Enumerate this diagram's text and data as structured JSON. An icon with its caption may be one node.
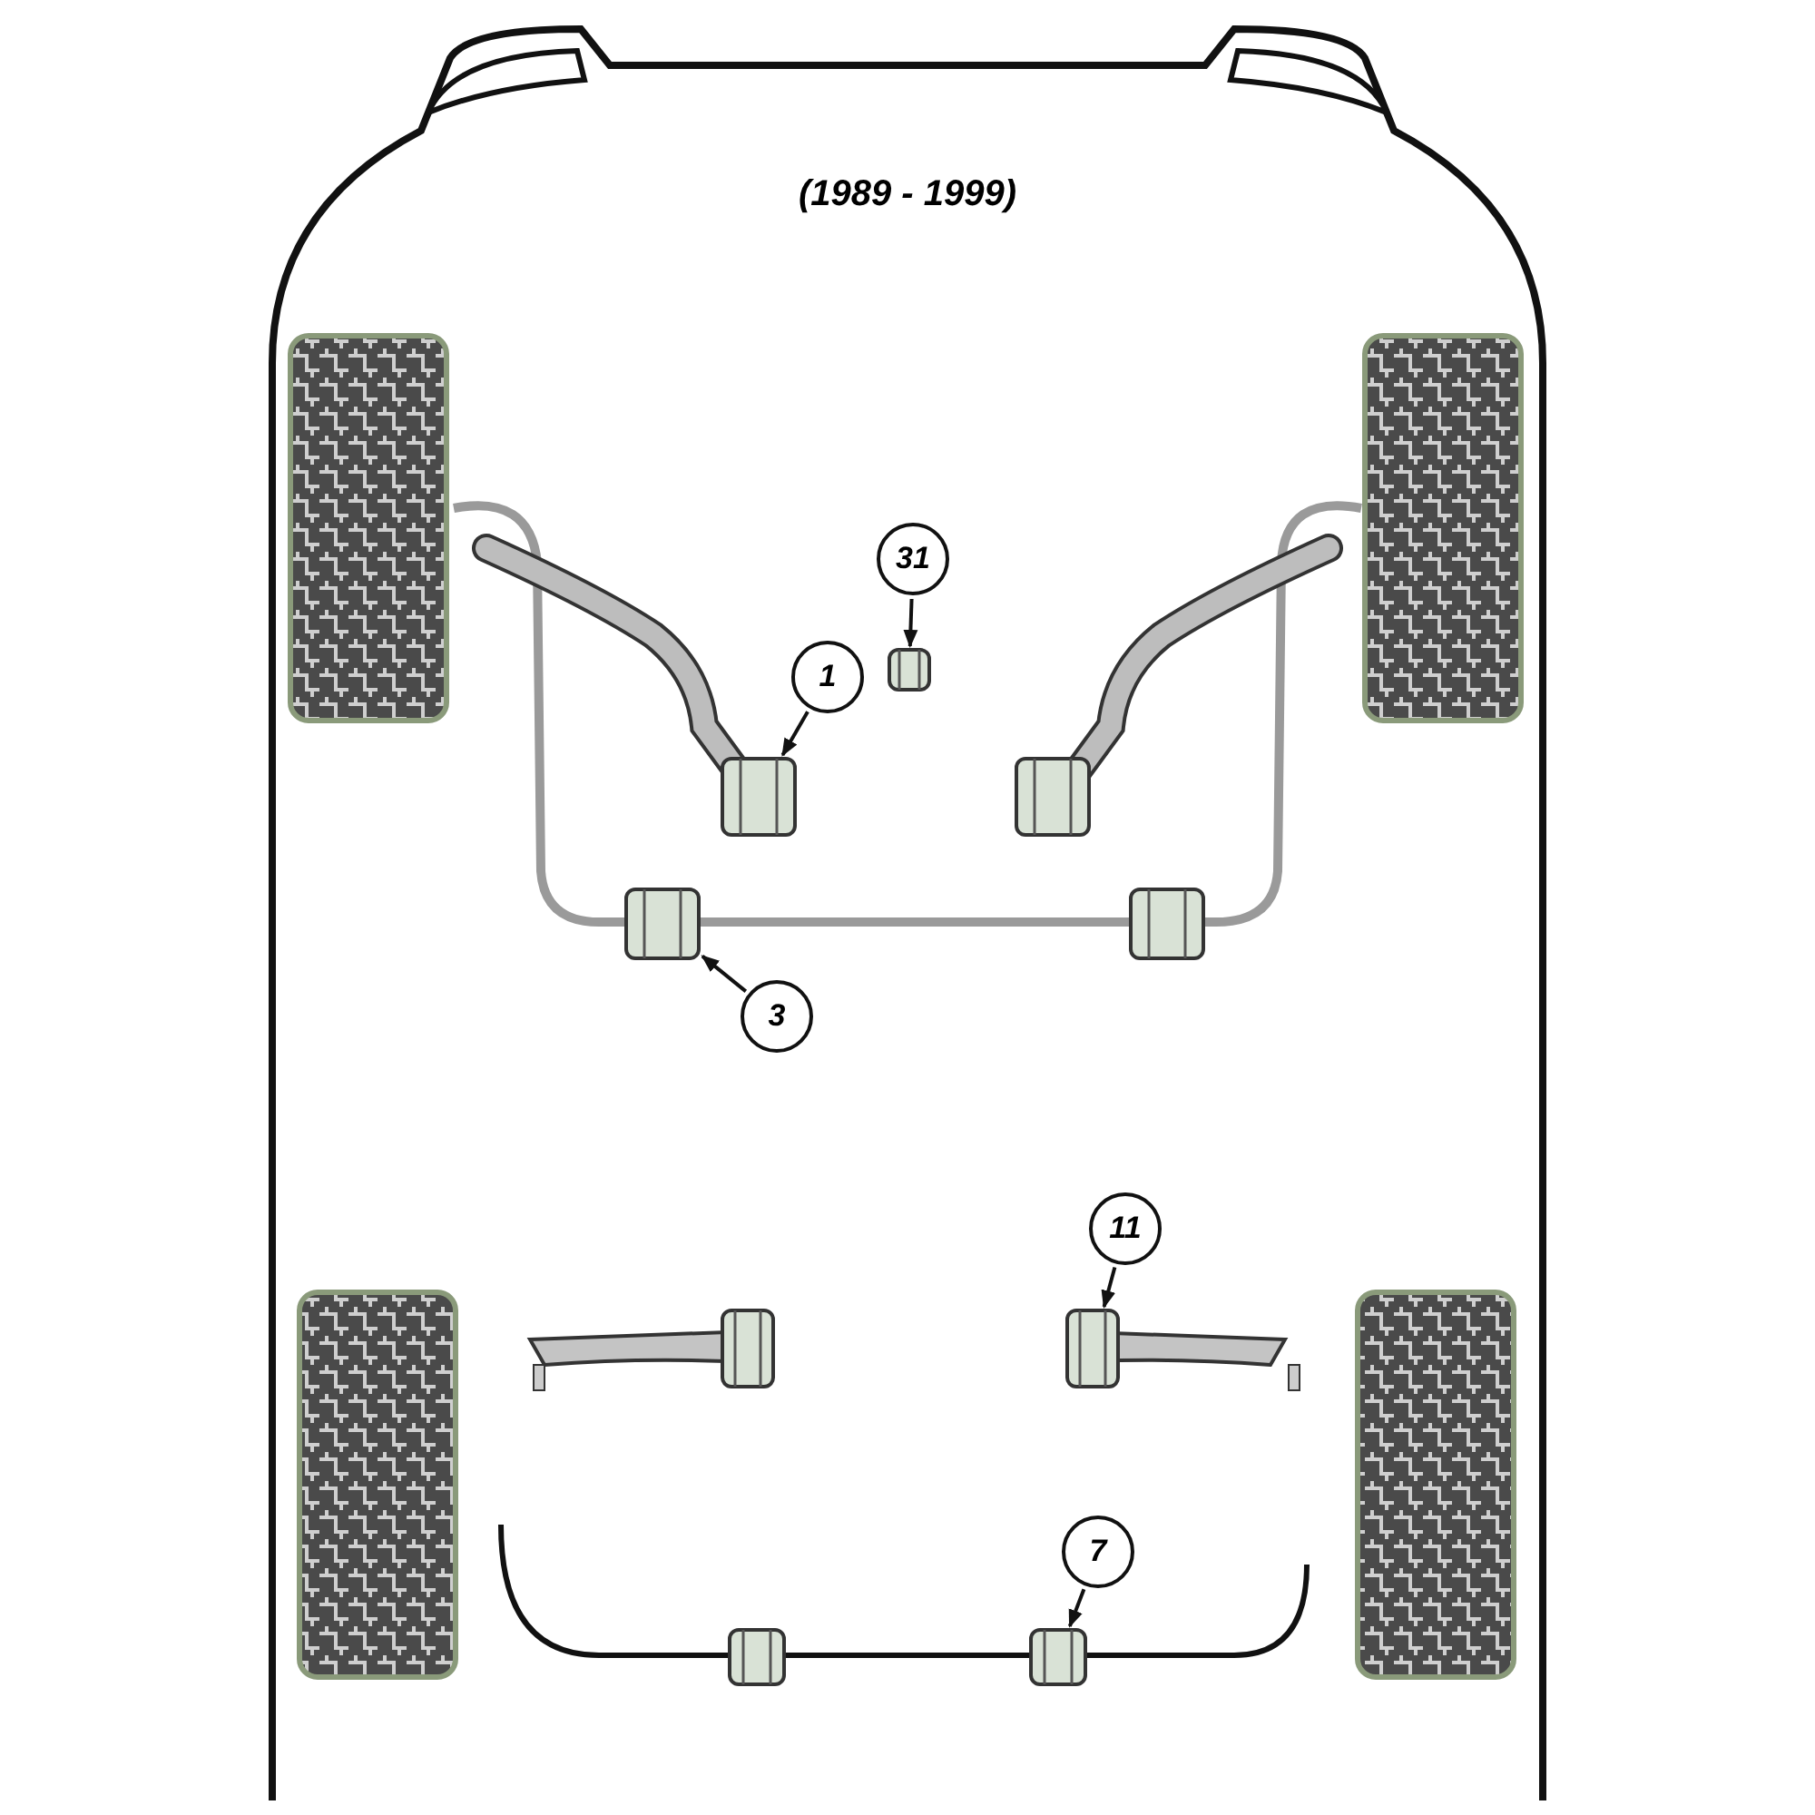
{
  "diagram": {
    "title": "(1989 - 1999)",
    "nodes": [
      {
        "text": [
          "31"
        ]
      },
      {
        "text": [],
        "shape": "picture"
      },
      {
        "text": [
          "1"
        ]
      },
      {
        "text": [],
        "shape": "picture"
      },
      {
        "text": [
          "3"
        ]
      },
      {
        "text": [],
        "shape": "picture"
      },
      {
        "text": [
          "11"
        ]
      },
      {
        "text": [],
        "shape": "picture"
      },
      {
        "text": [
          "7"
        ]
      },
      {
        "text": [],
        "shape": "picture"
      }
    ],
    "edges": [
      {
        "from": 0,
        "to": 1,
        "arrow": "to"
      },
      {
        "from": 2,
        "to": 3,
        "arrow": "to"
      },
      {
        "from": 4,
        "to": 5,
        "arrow": "to"
      },
      {
        "from": 6,
        "to": 7,
        "arrow": "to"
      },
      {
        "from": 8,
        "to": 9,
        "arrow": "to"
      }
    ]
  }
}
